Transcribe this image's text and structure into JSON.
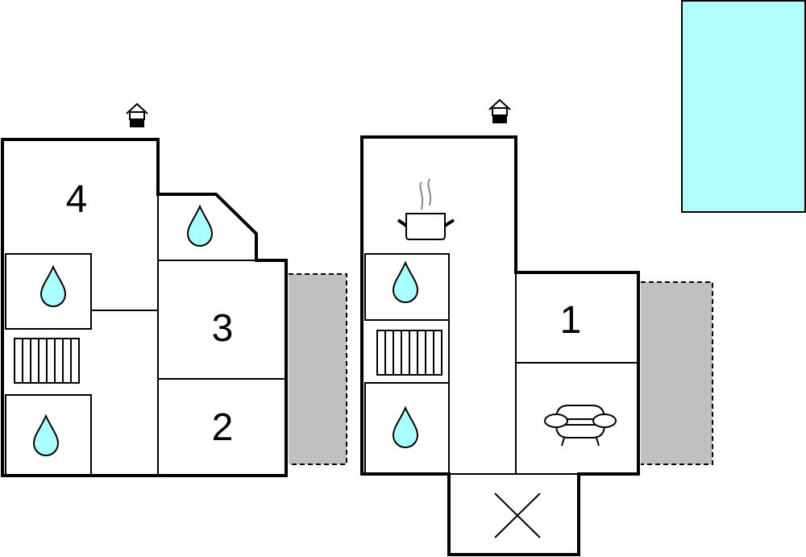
{
  "colors": {
    "wall": "#000000",
    "water": "#aaffff",
    "terrace": "#c0c0c0",
    "pool": "#b3ffff"
  },
  "left_unit": {
    "rooms": [
      {
        "label": "4"
      },
      {
        "label": "3"
      },
      {
        "label": "2"
      }
    ]
  },
  "right_unit": {
    "rooms": [
      {
        "label": "1"
      }
    ]
  },
  "icons": [
    "entrance-icon",
    "water-drop-icon",
    "radiator-icon",
    "cooking-pot-icon",
    "sofa-icon",
    "balcony-cross-icon",
    "pool",
    "terrace"
  ]
}
